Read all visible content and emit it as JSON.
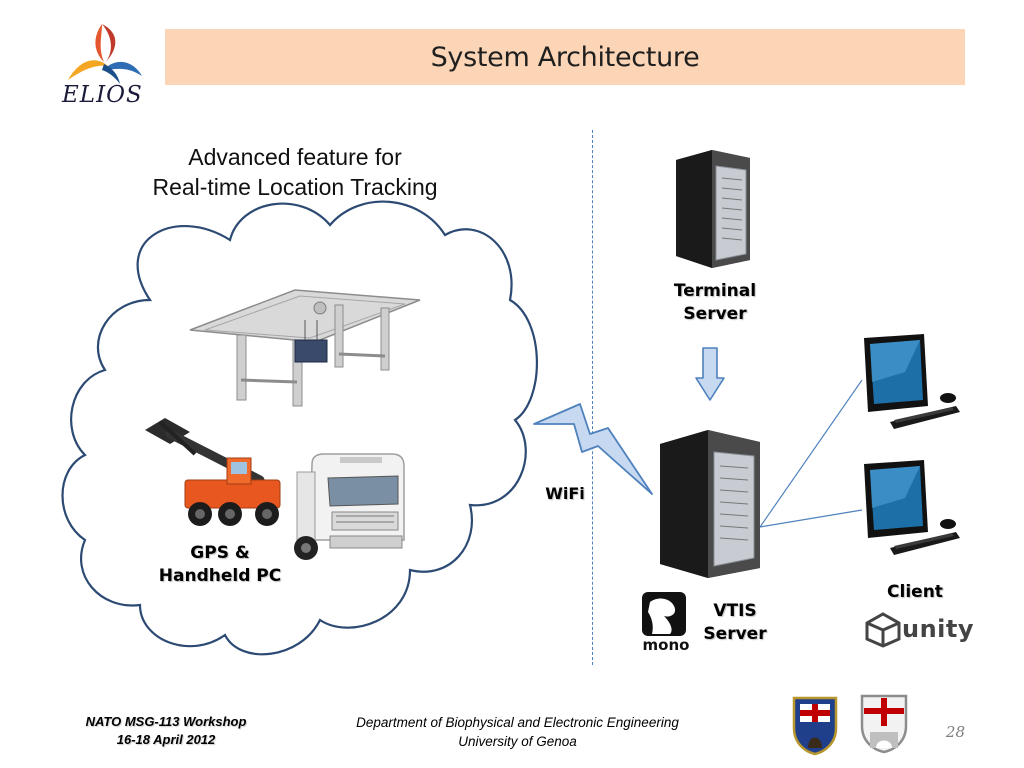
{
  "header": {
    "title": "System Architecture",
    "logo_text": "ELIOS"
  },
  "left_panel": {
    "heading_line1": "Advanced feature for",
    "heading_line2": "Real-time Location Tracking",
    "devices_label_line1": "GPS &",
    "devices_label_line2": "Handheld PC"
  },
  "link": {
    "label": "WiFi"
  },
  "terminal_server": {
    "label_line1": "Terminal",
    "label_line2": "Server"
  },
  "vtis_server": {
    "label_line1": "VTIS",
    "label_line2": "Server",
    "framework_logo": "mono"
  },
  "client": {
    "label": "Client",
    "engine_logo": "unity"
  },
  "footer": {
    "left_line1": "NATO MSG-113 Workshop",
    "left_line2": "16-18 April 2012",
    "center_line1": "Department of Biophysical and Electronic Engineering",
    "center_line2": "University of Genoa",
    "page_number": "28"
  },
  "colors": {
    "title_bar": "#fbd5b5",
    "cloud_outline": "#2c4a73",
    "divider": "#4f81bd",
    "arrow_fill": "#c6d9f1",
    "lightning_fill": "#c6d9f1"
  }
}
